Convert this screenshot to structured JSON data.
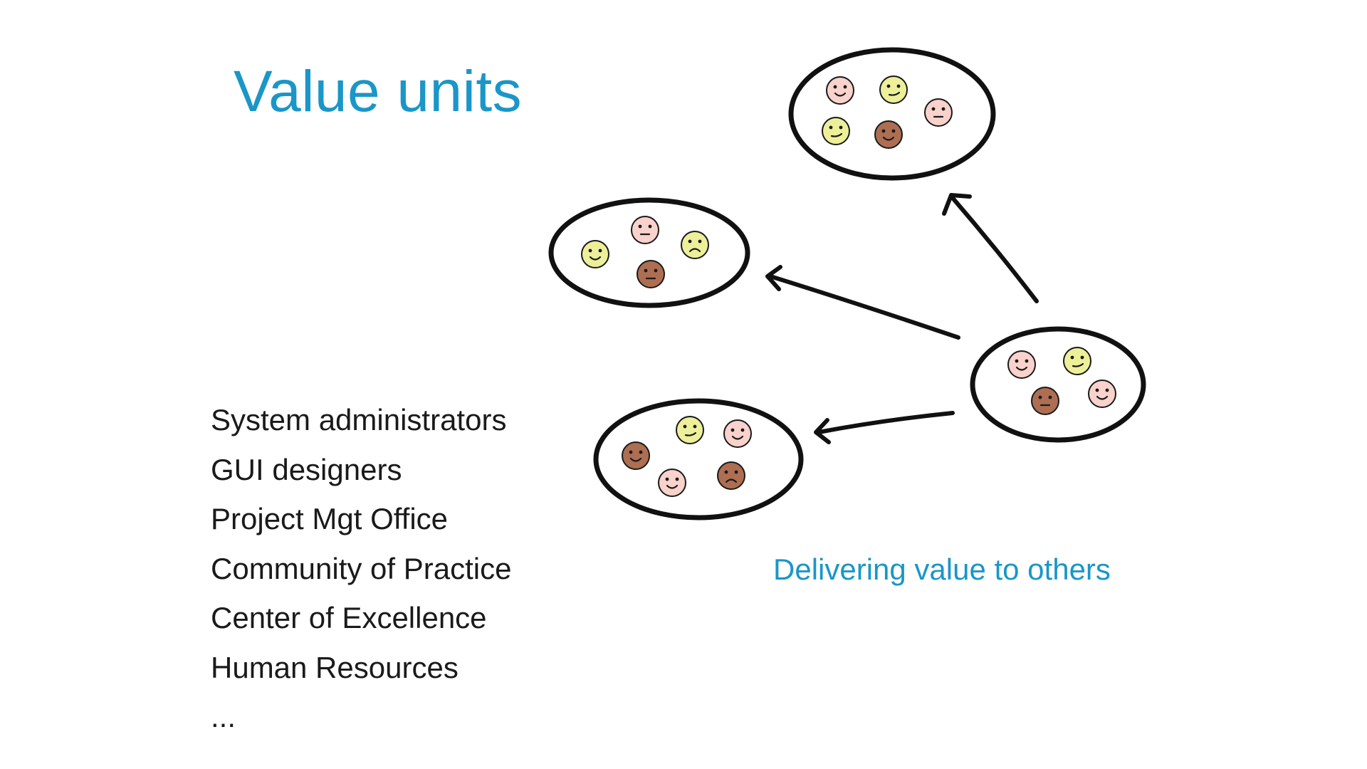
{
  "slide": {
    "title": "Value units",
    "accent_color": "#1a96c8",
    "text_color": "#1a1a1a",
    "items": [
      "System administrators",
      "GUI designers",
      "Project Mgt Office",
      "Community of Practice",
      "Center of Excellence",
      "Human Resources",
      "..."
    ],
    "caption": "Delivering value to others"
  },
  "face_colors": {
    "pink": "#f8d2cb",
    "yellow": "#edf099",
    "brown": "#ad6e52"
  },
  "groups": [
    {
      "name": "top-group",
      "faces": [
        {
          "color": "pink",
          "mood": "happy"
        },
        {
          "color": "yellow",
          "mood": "smirk"
        },
        {
          "color": "pink",
          "mood": "neutral"
        },
        {
          "color": "yellow",
          "mood": "smirk"
        },
        {
          "color": "brown",
          "mood": "happy"
        }
      ]
    },
    {
      "name": "middle-group",
      "faces": [
        {
          "color": "yellow",
          "mood": "happy"
        },
        {
          "color": "pink",
          "mood": "neutral"
        },
        {
          "color": "yellow",
          "mood": "sad"
        },
        {
          "color": "brown",
          "mood": "neutral"
        }
      ]
    },
    {
      "name": "bottom-group",
      "faces": [
        {
          "color": "brown",
          "mood": "happy"
        },
        {
          "color": "yellow",
          "mood": "smirk"
        },
        {
          "color": "pink",
          "mood": "happy"
        },
        {
          "color": "pink",
          "mood": "happy"
        },
        {
          "color": "brown",
          "mood": "sad"
        }
      ]
    },
    {
      "name": "source-group",
      "faces": [
        {
          "color": "pink",
          "mood": "happy"
        },
        {
          "color": "yellow",
          "mood": "smirk"
        },
        {
          "color": "brown",
          "mood": "neutral"
        },
        {
          "color": "pink",
          "mood": "happy"
        }
      ]
    }
  ]
}
